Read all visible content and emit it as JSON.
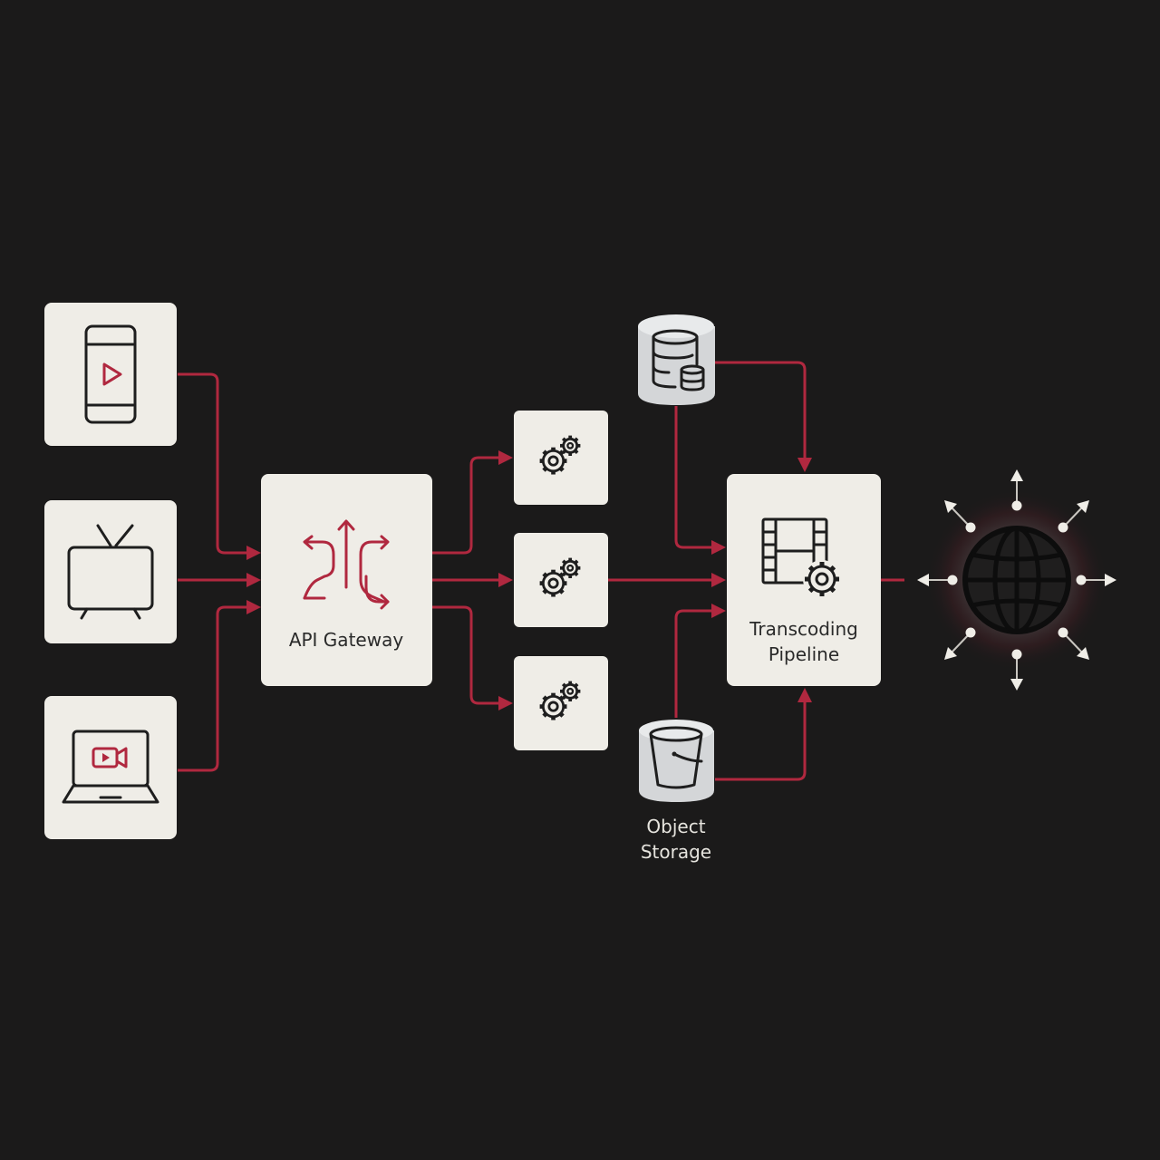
{
  "colors": {
    "background": "#1b1a1a",
    "node_fill": "#efede7",
    "connector": "#b0283f",
    "icon_ink": "#1e1e1e",
    "storage_fill": "#d4d6d8"
  },
  "clients": [
    {
      "id": "mobile",
      "icon": "smartphone-play-icon"
    },
    {
      "id": "tv",
      "icon": "television-icon"
    },
    {
      "id": "laptop",
      "icon": "laptop-video-icon"
    }
  ],
  "gateway": {
    "label": "API Gateway",
    "icon": "routing-arrows-icon"
  },
  "services": [
    {
      "id": "service-1",
      "icon": "gears-icon"
    },
    {
      "id": "service-2",
      "icon": "gears-icon"
    },
    {
      "id": "service-3",
      "icon": "gears-icon"
    }
  ],
  "database": {
    "icon": "database-icon"
  },
  "object_storage": {
    "label_line1": "Object",
    "label_line2": "Storage",
    "icon": "bucket-icon"
  },
  "pipeline": {
    "label_line1": "Transcoding",
    "label_line2": "Pipeline",
    "icon": "film-gear-icon"
  },
  "distribution": {
    "icon": "globe-icon"
  }
}
